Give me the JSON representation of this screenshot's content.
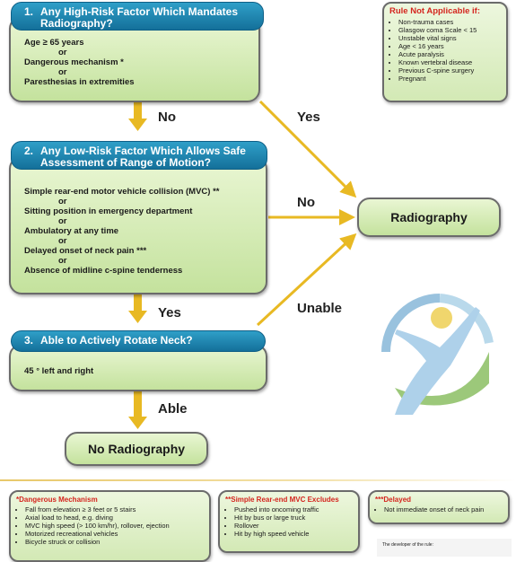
{
  "step1": {
    "number": "1.",
    "title": "Any High-Risk Factor Which Mandates Radiography?",
    "criteria": [
      "Age ≥ 65 years",
      "or",
      "Dangerous mechanism *",
      "or",
      "Paresthesias in extremities"
    ]
  },
  "step2": {
    "number": "2.",
    "title": "Any Low-Risk Factor Which Allows Safe Assessment of Range of Motion?",
    "criteria": [
      "Simple rear-end motor vehicle collision (MVC) **",
      "or",
      "Sitting position in emergency department",
      "or",
      "Ambulatory at any time",
      "or",
      "Delayed onset of neck pain ***",
      "or",
      "Absence of midline c-spine tenderness"
    ]
  },
  "step3": {
    "number": "3.",
    "title": "Able to Actively Rotate Neck?",
    "criteria": [
      "45 ° left and right"
    ]
  },
  "outcomes": {
    "radiography": "Radiography",
    "no_radiography": "No Radiography"
  },
  "edge_labels": {
    "no1": "No",
    "yes1": "Yes",
    "no2": "No",
    "yes2": "Yes",
    "unable": "Unable",
    "able": "Able"
  },
  "not_applicable": {
    "title": "Rule Not Applicable if:",
    "items": [
      "Non-trauma cases",
      "Glasgow coma Scale < 15",
      "Unstable vital signs",
      "Age < 16 years",
      "Acute paralysis",
      "Known vertebral disease",
      "Previous C-spine surgery",
      "Pregnant"
    ]
  },
  "footnotes": {
    "dangerous": {
      "title": "*Dangerous Mechanism",
      "items": [
        "Fall from elevation ≥ 3 feet or 5 stairs",
        "Axial load to head, e.g. diving",
        "MVC high speed (> 100 km/hr), rollover, ejection",
        "Motorized recreational vehicles",
        "Bicycle struck or collision"
      ]
    },
    "rear_end": {
      "title": "**Simple Rear-end MVC Excludes",
      "items": [
        "Pushed into oncoming traffic",
        "Hit by bus or large truck",
        "Rollover",
        "Hit by high speed vehicle"
      ]
    },
    "delayed": {
      "title": "***Delayed",
      "items": [
        "Not immediate onset of neck pain"
      ]
    }
  },
  "developer_note": "The developer of the rule:",
  "colors": {
    "header_blue": "#1b82b0",
    "box_green": "#c4e29d",
    "arrow_gold": "#e8b923",
    "alert_red": "#d4261f"
  }
}
